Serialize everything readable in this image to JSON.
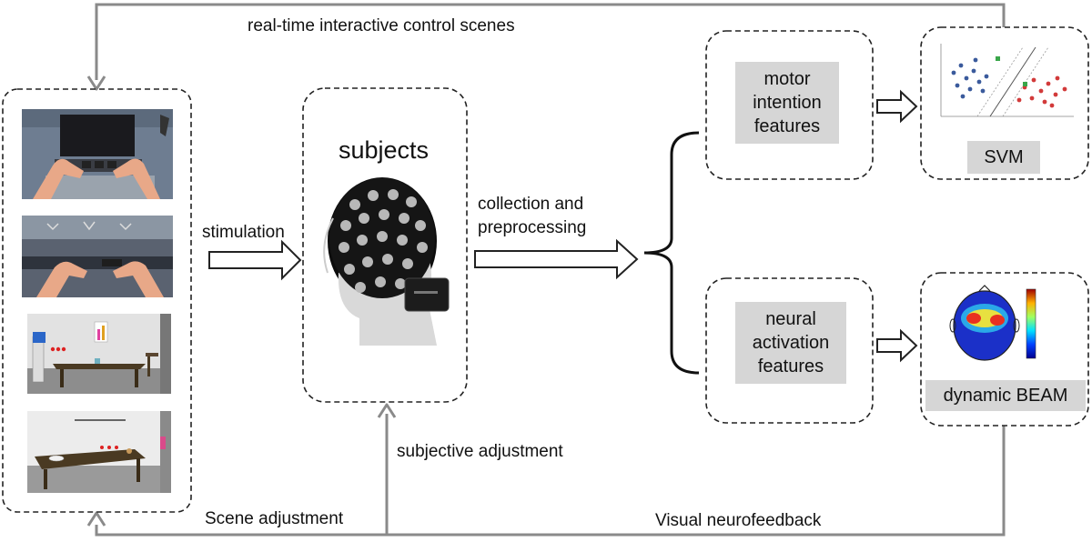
{
  "labels": {
    "top_feedback": "real-time interactive control scenes",
    "stimulation": "stimulation",
    "subjects": "subjects",
    "collection": "collection and\npreprocessing",
    "subjective_adjustment": "subjective adjustment",
    "scene_adjustment": "Scene adjustment",
    "visual_neurofeedback": "Visual neurofeedback",
    "motor_features": "motor\nintention\nfeatures",
    "neural_features": "neural\nactivation\nfeatures",
    "svm": "SVM",
    "beam": "dynamic BEAM"
  },
  "scenes": [
    "vr-keyboard-hands-scene",
    "vr-kitchen-hands-scene",
    "vr-table-room-scene",
    "vr-table-objects-scene"
  ],
  "colors": {
    "feedback_line": "#8a8a8a",
    "label_bg": "#d6d6d6",
    "scatter_blue": "#3a5a9c",
    "scatter_red": "#d23a3a",
    "scatter_green": "#3aa64a"
  }
}
